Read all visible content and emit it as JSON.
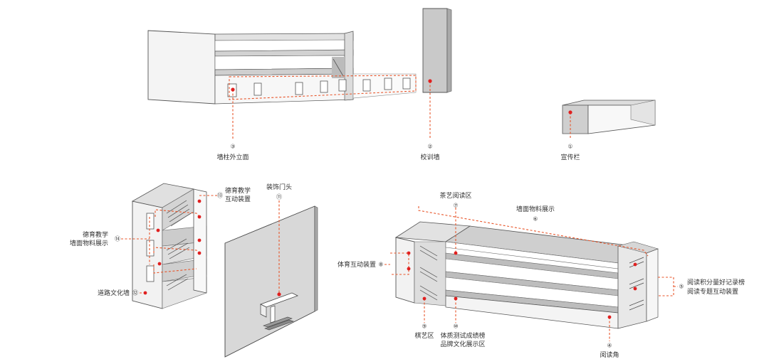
{
  "accent_color": "#e8552a",
  "callouts": [
    {
      "id": "promo",
      "num": "①",
      "label": "宣传栏"
    },
    {
      "id": "motto-wall",
      "num": "②",
      "label": "校训墙"
    },
    {
      "id": "column-facade",
      "num": "③",
      "label": "墙柱外立面"
    },
    {
      "id": "reading-corner",
      "num": "④",
      "label": "阅读角"
    },
    {
      "id": "reading-interactive",
      "num": "⑤",
      "label": "阅读积分量好记录榜",
      "label2": "阅读专题互动装置"
    },
    {
      "id": "wall-floor-display",
      "num": "⑥",
      "label": "墙面物料展示"
    },
    {
      "id": "tea-reading",
      "num": "⑦",
      "label": "茶艺阅读区"
    },
    {
      "id": "sports-interactive",
      "num": "⑧",
      "label": "体育互动装置"
    },
    {
      "id": "chess",
      "num": "⑨",
      "label": "棋艺区"
    },
    {
      "id": "fitness-brand",
      "num": "⑩",
      "label": "体质测试成绩榜",
      "label2": "品牌文化展示区"
    },
    {
      "id": "door-head",
      "num": "⑪",
      "label": "装饰门头"
    },
    {
      "id": "road-culture",
      "num": "⑫",
      "label": "道路文化墙"
    },
    {
      "id": "moral-interactive",
      "num": "⑬",
      "label": "德育教学",
      "label2": "互动装置"
    },
    {
      "id": "moral-floor-display",
      "num": "⑭",
      "label": "德育教学",
      "label2": "墙面物料展示"
    }
  ]
}
